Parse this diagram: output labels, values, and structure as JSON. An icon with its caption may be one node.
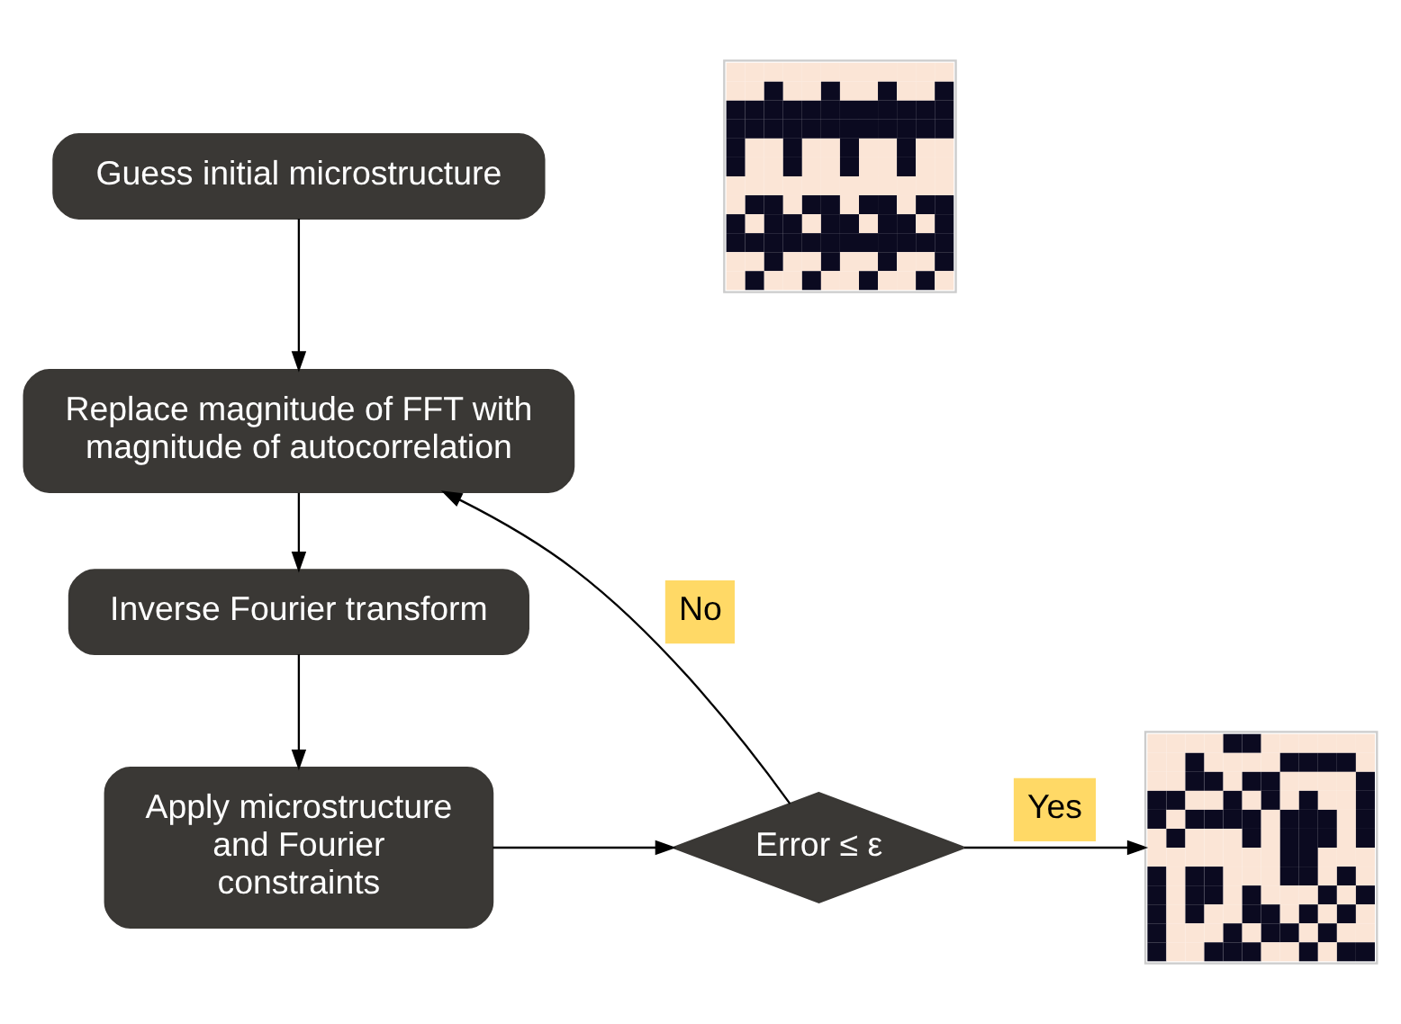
{
  "diagram": {
    "nodes": [
      {
        "text": [
          "Guess initial microstructure"
        ]
      },
      {
        "text": [],
        "shape": "picture"
      },
      {
        "text": [
          "Replace magnitude of FFT with magnitude of autocorrelation"
        ]
      },
      {
        "text": [
          "Inverse Fourier transform"
        ]
      },
      {
        "text": [
          "Apply microstructure and Fourier constraints"
        ]
      },
      {
        "text": [
          "Error ≤ ε"
        ]
      },
      {
        "text": [],
        "shape": "picture"
      }
    ],
    "edges": [
      {
        "from": 0,
        "to": 2,
        "arrow": "to"
      },
      {
        "from": 2,
        "to": 3,
        "arrow": "to"
      },
      {
        "from": 3,
        "to": 4,
        "arrow": "to"
      },
      {
        "from": 4,
        "to": 5,
        "arrow": "to"
      },
      {
        "from": 5,
        "to": 6,
        "arrow": "to",
        "label": "Yes"
      },
      {
        "from": 5,
        "to": 2,
        "arrow": "to",
        "label": "No"
      }
    ]
  }
}
